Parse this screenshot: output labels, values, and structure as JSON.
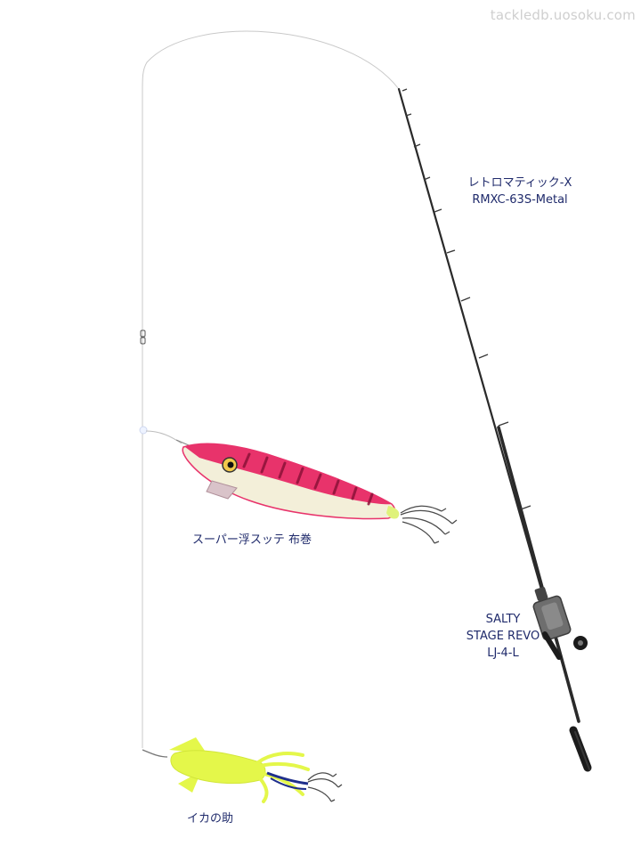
{
  "watermark": "tackledb.uosoku.com",
  "rod": {
    "name_line1": "レトロマティック-X",
    "name_line2": "RMXC-63S-Metal"
  },
  "reel": {
    "name_line1": "SALTY",
    "name_line2": "STAGE REVO",
    "name_line3": "LJ-4-L"
  },
  "lure_upper": {
    "name": "スーパー浮スッテ 布巻"
  },
  "lure_lower": {
    "name": "イカの助"
  },
  "colors": {
    "label_text": "#1f2a6b",
    "line": "#c8c8c8",
    "rod_blank": "#2b2b2b",
    "squid_jig_pink": "#e8336b",
    "squid_jig_belly": "#f3efd9",
    "ika_yellow": "#e4f74a"
  }
}
